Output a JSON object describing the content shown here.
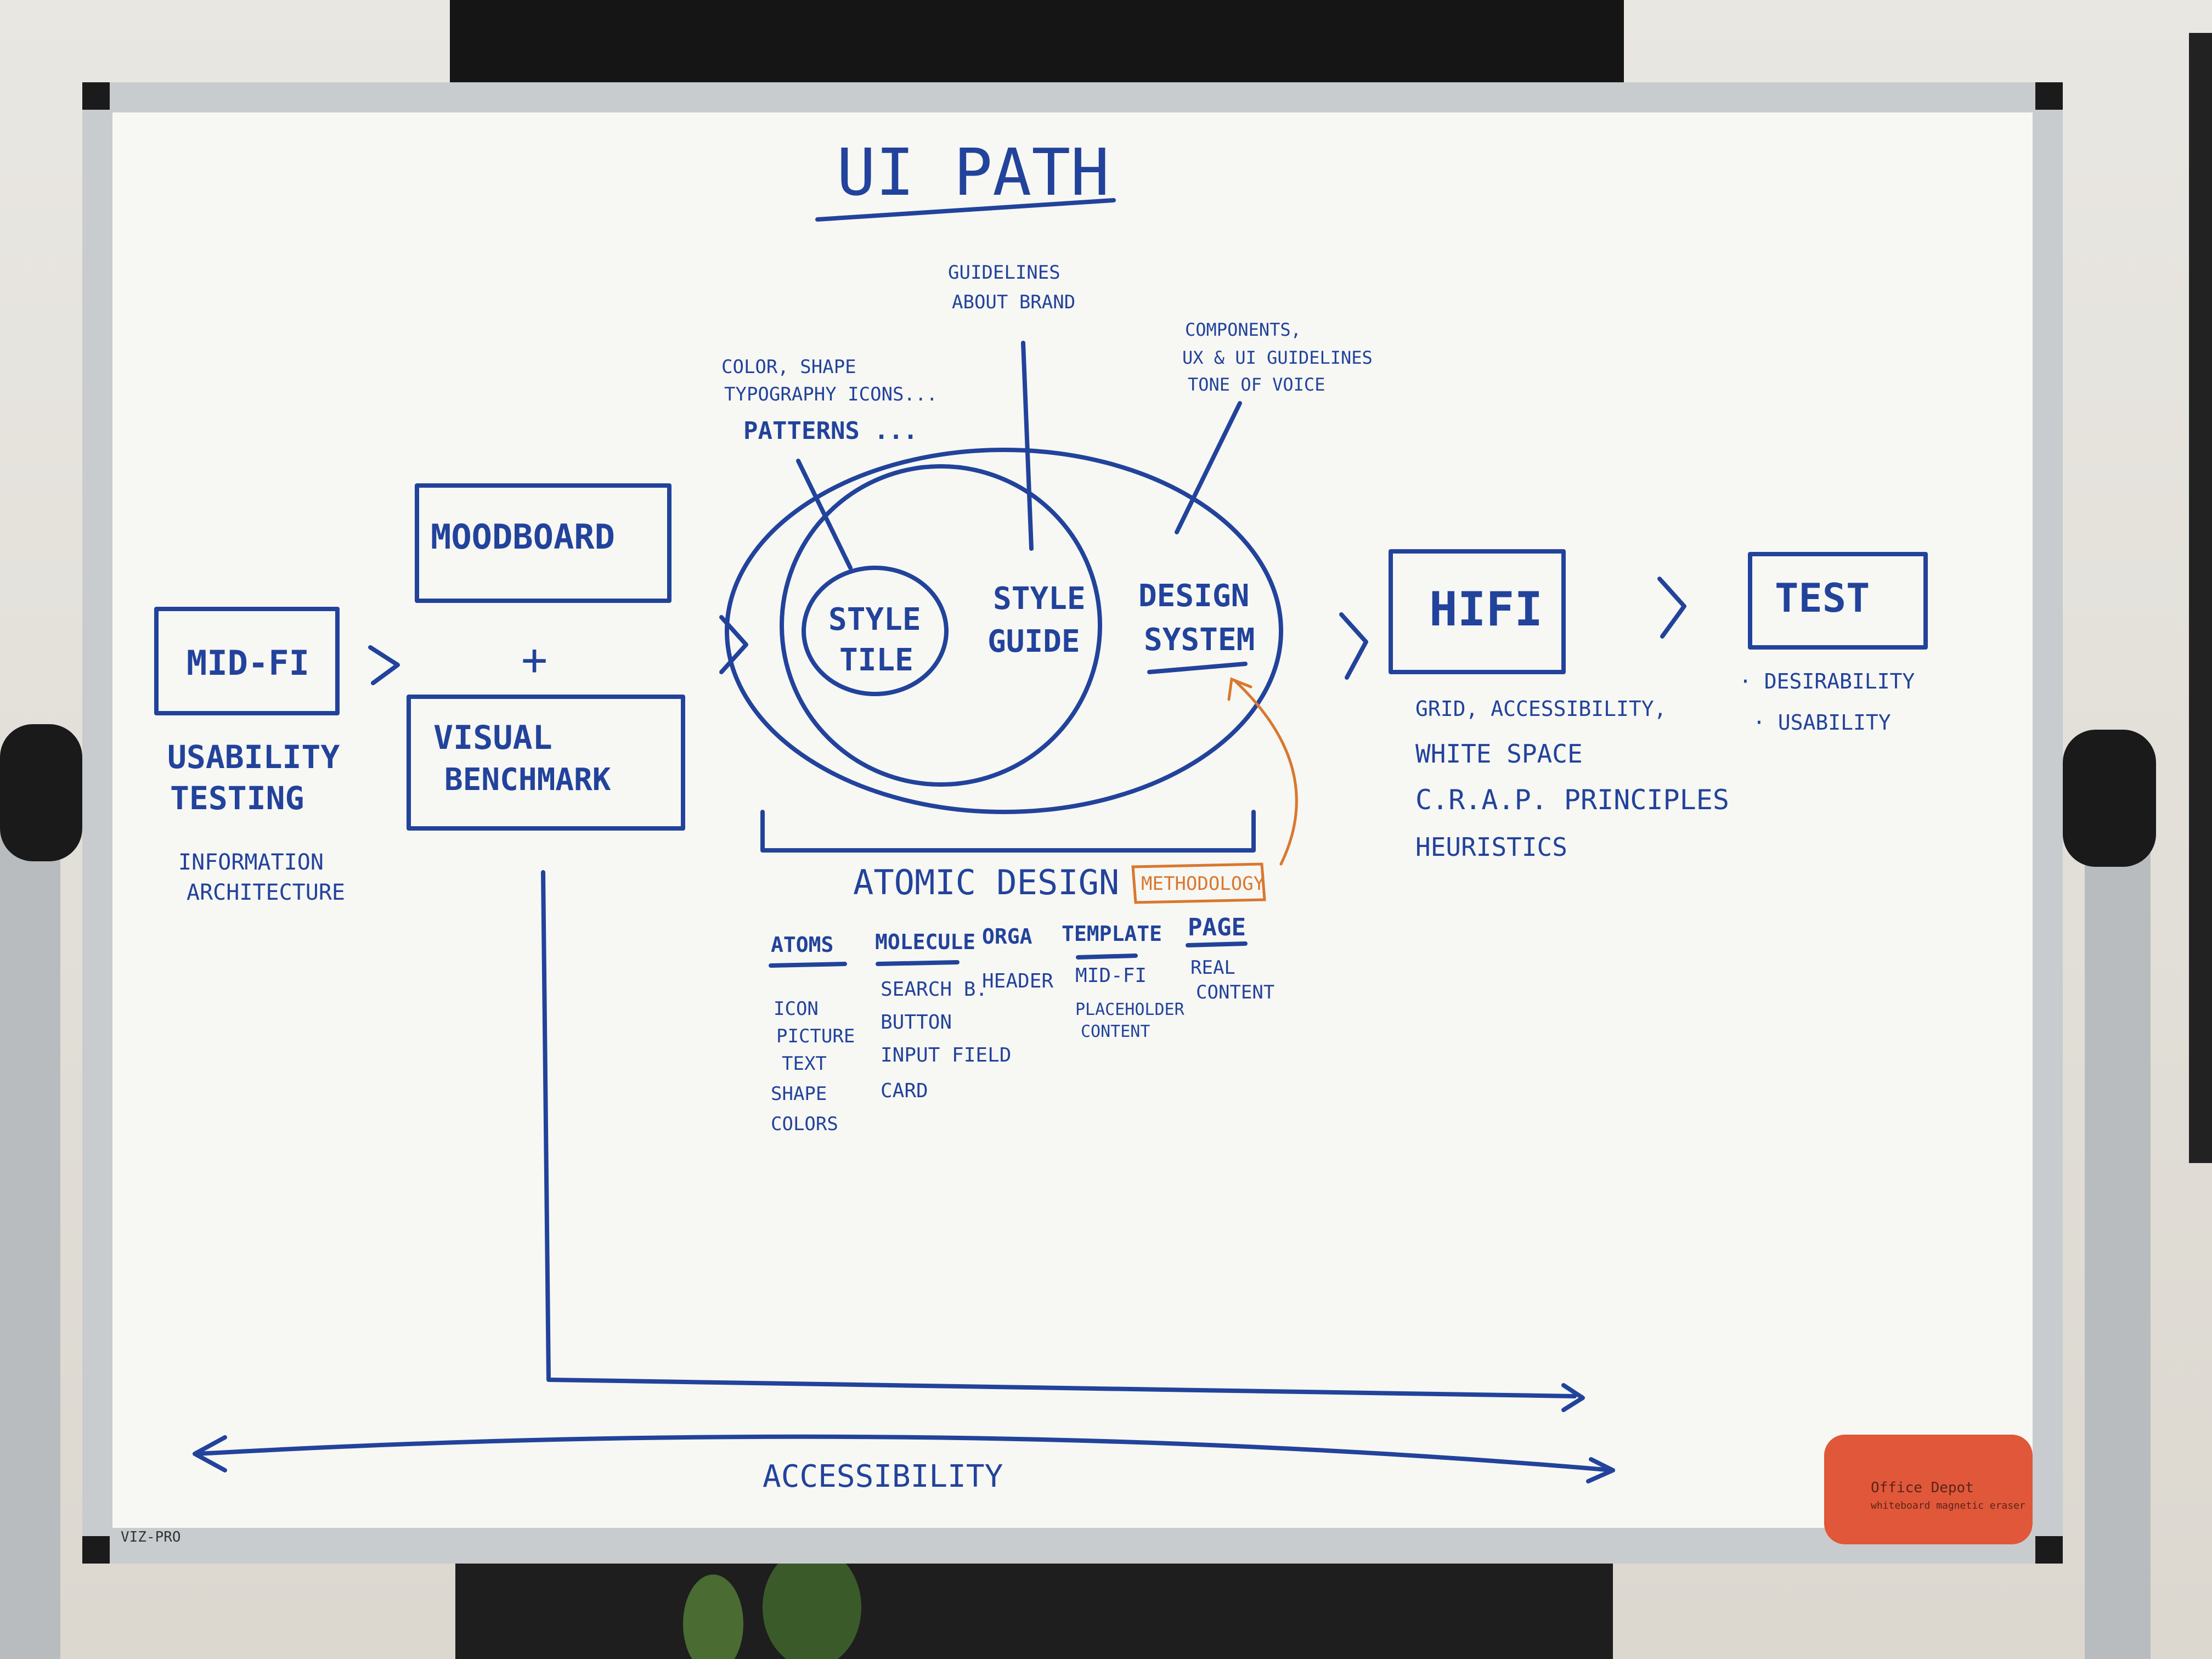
{
  "colors": {
    "ink": "#22439b",
    "accent": "#d9782e",
    "board": "#f7f7f4",
    "frame": "#c9ccce"
  },
  "board": {
    "title": "UI PATH",
    "brand": "VIZ-PRO"
  },
  "midfi": {
    "label": "MID-FI",
    "notes": [
      "USABILITY",
      "TESTING"
    ],
    "sub": [
      "INFORMATION",
      "ARCHITECTURE"
    ]
  },
  "moodboard": {
    "label": "MOODBOARD"
  },
  "plus": "+",
  "visual_benchmark": {
    "lines": [
      "VISUAL",
      "BENCHMARK"
    ]
  },
  "style_tile": {
    "lines": [
      "STYLE",
      "TILE"
    ],
    "note": [
      "COLOR, SHAPE",
      "TYPOGRAPHY ICONS...",
      "PATTERNS ..."
    ]
  },
  "style_guide": {
    "lines": [
      "STYLE",
      "GUIDE"
    ],
    "note": [
      "GUIDELINES",
      "ABOUT BRAND"
    ]
  },
  "design_system": {
    "lines": [
      "DESIGN",
      "SYSTEM"
    ],
    "note": [
      "COMPONENTS,",
      "UX & UI GUIDELINES",
      "TONE OF VOICE"
    ]
  },
  "atomic": {
    "label": "ATOMIC DESIGN",
    "methodology": "METHODOLOGY",
    "columns": [
      {
        "header": "ATOMS",
        "items": [
          "ICON",
          "PICTURE",
          "TEXT",
          "SHAPE",
          "COLORS"
        ]
      },
      {
        "header": "MOLECULE",
        "items": [
          "SEARCH B.",
          "BUTTON",
          "INPUT FIELD",
          "CARD"
        ]
      },
      {
        "header": "ORGA",
        "items": [
          "HEADER"
        ]
      },
      {
        "header": "TEMPLATE",
        "items": [
          "MID-FI",
          "PLACEHOLDER",
          "CONTENT"
        ]
      },
      {
        "header": "PAGE",
        "items": [
          "REAL",
          "CONTENT"
        ]
      }
    ]
  },
  "hifi": {
    "label": "HIFI",
    "notes": [
      "GRID, ACCESSIBILITY,",
      "WHITE SPACE",
      "C.R.A.P. PRINCIPLES",
      "HEURISTICS"
    ]
  },
  "test": {
    "label": "TEST",
    "notes": [
      "· DESIRABILITY",
      "· USABILITY"
    ]
  },
  "accessibility": "ACCESSIBILITY",
  "eraser": {
    "line1": "Office Depot",
    "line2": "whiteboard magnetic eraser"
  }
}
